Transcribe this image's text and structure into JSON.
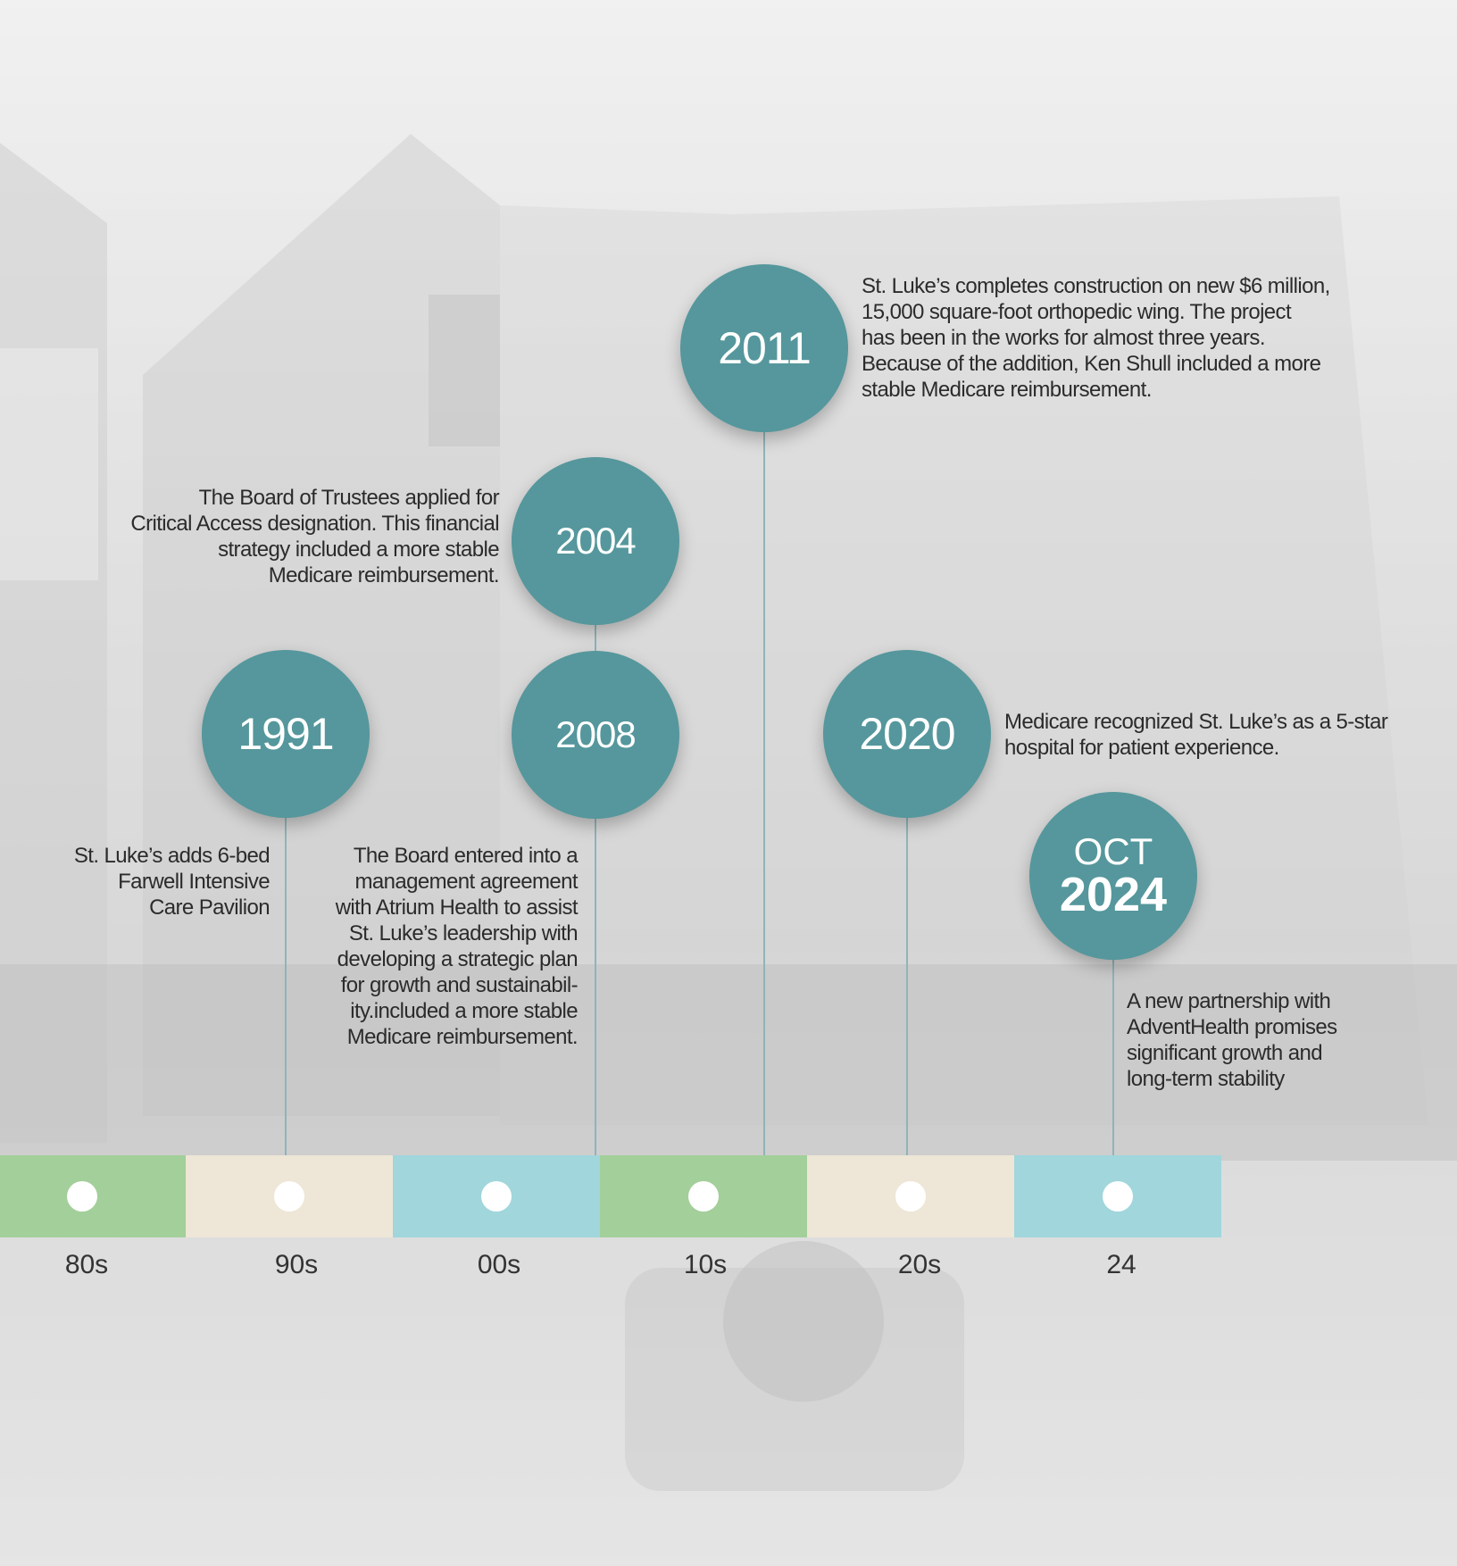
{
  "colors": {
    "bubble": "#55979c",
    "green": "#a3cf9a",
    "beige": "#eee6d6",
    "aqua": "#a0d6dc",
    "stem": "#8fb4b8"
  },
  "events": [
    {
      "year": "1991",
      "text": "St. Luke’s adds 6-bed\nFarwell Intensive\nCare Pavilion"
    },
    {
      "year": "2004",
      "text": "The Board of Trustees applied for\nCritical Access designation. This financial\nstrategy included a more stable\nMedicare reimbursement."
    },
    {
      "year": "2008",
      "text": "The Board entered into a\nmanagement agreement\nwith Atrium Health to assist\nSt. Luke’s leadership with\ndeveloping a strategic plan\nfor growth and sustainabil-\nity.included a more stable\nMedicare reimbursement."
    },
    {
      "year": "2011",
      "text": "St. Luke’s completes construction on new $6 million,\n15,000 square-foot orthopedic wing. The project\nhas been in the works for almost three years.\nBecause of the addition, Ken Shull included a more\nstable Medicare reimbursement."
    },
    {
      "year": "2020",
      "text": "Medicare recognized St. Luke’s as a 5-star\nhospital for patient experience."
    },
    {
      "month": "OCT",
      "year": "2024",
      "text": "A new partnership with\nAdventHealth promises\nsignificant growth and\nlong-term stability"
    }
  ],
  "decades": [
    "80s",
    "90s",
    "00s",
    "10s",
    "20s",
    "24"
  ]
}
